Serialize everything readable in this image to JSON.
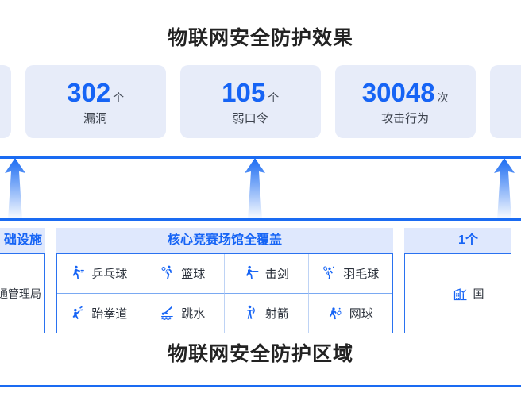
{
  "top_title": "物联网安全防护效果",
  "bottom_title": "物联网安全防护区域",
  "colors": {
    "accent_blue": "#1664f5",
    "rule_blue": "#1a6bf2",
    "card_bg": "#e7ecf9",
    "panel_head_bg": "#dfe8fd",
    "panel_border": "#2a72f0",
    "text_dark": "#222222"
  },
  "stats": {
    "edge_left_visible": true,
    "edge_right_visible": true,
    "cards": [
      {
        "value": "302",
        "unit": "个",
        "label": "漏洞"
      },
      {
        "value": "105",
        "unit": "个",
        "label": "弱口令"
      },
      {
        "value": "30048",
        "unit": "次",
        "label": "攻击行为"
      }
    ]
  },
  "arrows": {
    "count": 3,
    "direction": "up",
    "icon": "arrow-up-icon"
  },
  "panels": {
    "left": {
      "clipped": true,
      "header": "础设施",
      "body": "通管理局"
    },
    "center": {
      "header": "核心竞赛场馆全覆盖",
      "sports": [
        {
          "label": "乒乓球",
          "icon": "table-tennis-icon"
        },
        {
          "label": "篮球",
          "icon": "basketball-icon"
        },
        {
          "label": "击剑",
          "icon": "fencing-icon"
        },
        {
          "label": "羽毛球",
          "icon": "badminton-icon"
        },
        {
          "label": "跆拳道",
          "icon": "taekwondo-icon"
        },
        {
          "label": "跳水",
          "icon": "diving-icon"
        },
        {
          "label": "射箭",
          "icon": "archery-icon"
        },
        {
          "label": "网球",
          "icon": "tennis-icon"
        }
      ]
    },
    "right": {
      "clipped": true,
      "header": "1个",
      "body": "国",
      "icon": "building-icon"
    }
  }
}
